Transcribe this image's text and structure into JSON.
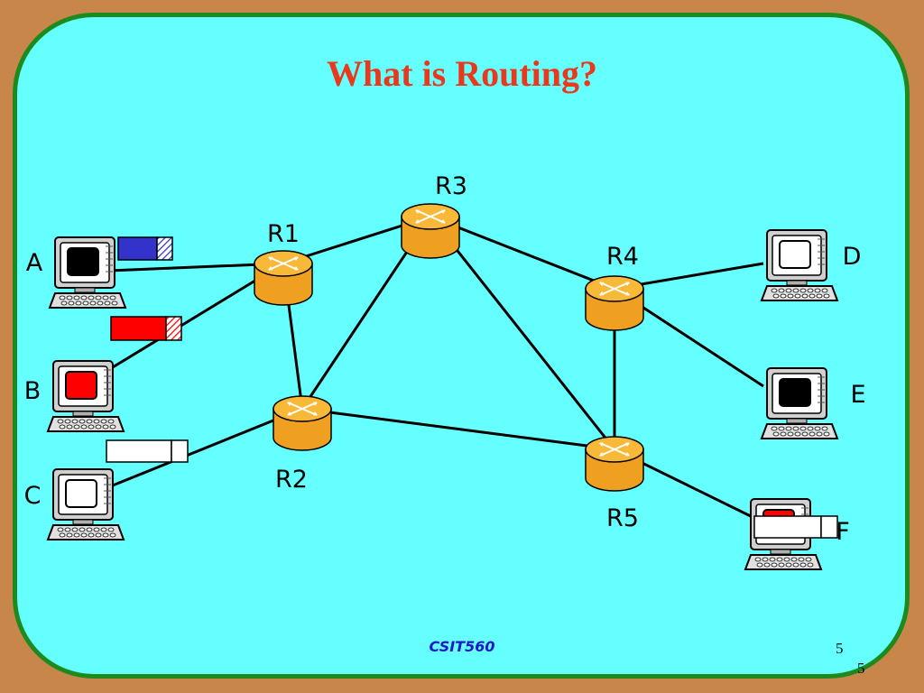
{
  "slide": {
    "title": "What is Routing?",
    "footer": "CSIT560",
    "page_number": "5",
    "page_number_repeat": "5"
  },
  "routers": [
    {
      "id": "R1",
      "label": "R1"
    },
    {
      "id": "R2",
      "label": "R2"
    },
    {
      "id": "R3",
      "label": "R3"
    },
    {
      "id": "R4",
      "label": "R4"
    },
    {
      "id": "R5",
      "label": "R5"
    }
  ],
  "hosts": [
    {
      "id": "A",
      "label": "A",
      "screen_color": "#000000"
    },
    {
      "id": "B",
      "label": "B",
      "screen_color": "#ff0000"
    },
    {
      "id": "C",
      "label": "C",
      "screen_color": "#ffffff"
    },
    {
      "id": "D",
      "label": "D",
      "screen_color": "#ffffff"
    },
    {
      "id": "E",
      "label": "E",
      "screen_color": "#000000"
    },
    {
      "id": "F",
      "label": "F",
      "screen_color": "#ff0000"
    }
  ],
  "links": [
    [
      "A",
      "R1"
    ],
    [
      "B",
      "R1"
    ],
    [
      "C",
      "R2"
    ],
    [
      "R1",
      "R3"
    ],
    [
      "R1",
      "R2"
    ],
    [
      "R2",
      "R3"
    ],
    [
      "R2",
      "R5"
    ],
    [
      "R3",
      "R4"
    ],
    [
      "R3",
      "R5"
    ],
    [
      "R4",
      "R5"
    ],
    [
      "R4",
      "D"
    ],
    [
      "R4",
      "E"
    ],
    [
      "R5",
      "F"
    ]
  ],
  "packets": [
    {
      "name": "packet-blue",
      "color": "#3333cc"
    },
    {
      "name": "packet-red",
      "color": "#ff0000"
    },
    {
      "name": "packet-white-c",
      "color": "#ffffff"
    },
    {
      "name": "packet-white-f",
      "color": "#ffffff"
    }
  ],
  "colors": {
    "background": "#c8864a",
    "slide_fill": "#66ffff",
    "slide_border": "#1e8a1e",
    "title": "#e8391c",
    "router_fill": "#f0a020",
    "footer": "#1a1acc"
  }
}
